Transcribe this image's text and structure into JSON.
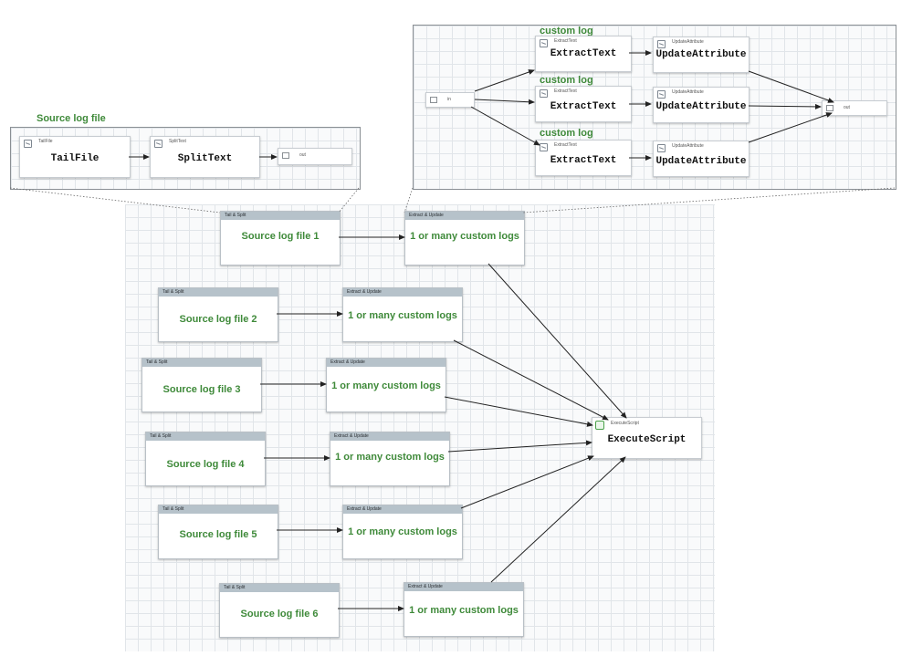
{
  "top_left_panel": {
    "title": "Source log file",
    "tailfile": {
      "type": "TailFile",
      "name": "TailFile"
    },
    "splittext": {
      "type": "SplitText",
      "name": "SplitText"
    },
    "out_port": {
      "label": "out"
    }
  },
  "top_right_panel": {
    "in_port": {
      "label": "in"
    },
    "out_port": {
      "label": "out"
    },
    "rows": [
      {
        "title": "custom log",
        "extract_type": "ExtractText",
        "extract_name": "ExtractText",
        "update_type": "UpdateAttribute",
        "update_name": "UpdateAttribute"
      },
      {
        "title": "custom log",
        "extract_type": "ExtractText",
        "extract_name": "ExtractText",
        "update_type": "UpdateAttribute",
        "update_name": "UpdateAttribute"
      },
      {
        "title": "custom log",
        "extract_type": "ExtractText",
        "extract_name": "ExtractText",
        "update_type": "UpdateAttribute",
        "update_name": "UpdateAttribute"
      }
    ]
  },
  "main": {
    "rows": [
      {
        "tail_title": "Tail & Split",
        "tail_name": "Source log file 1",
        "extract_title": "Extract & Update",
        "extract_name": "1 or many custom logs"
      },
      {
        "tail_title": "Tail & Split",
        "tail_name": "Source log file 2",
        "extract_title": "Extract & Update",
        "extract_name": "1 or many custom logs"
      },
      {
        "tail_title": "Tail & Split",
        "tail_name": "Source log file 3",
        "extract_title": "Extract & Update",
        "extract_name": "1 or many custom logs"
      },
      {
        "tail_title": "Tail & Split",
        "tail_name": "Source log file 4",
        "extract_title": "Extract & Update",
        "extract_name": "1 or many custom logs"
      },
      {
        "tail_title": "Tail & Split",
        "tail_name": "Source log file 5",
        "extract_title": "Extract & Update",
        "extract_name": "1 or many custom logs"
      },
      {
        "tail_title": "Tail & Split",
        "tail_name": "Source log file 6",
        "extract_title": "Extract & Update",
        "extract_name": "1 or many custom logs"
      }
    ],
    "execute_script": {
      "type": "ExecuteScript",
      "name": "ExecuteScript"
    }
  },
  "colors": {
    "green_text": "#3f8a3a",
    "group_header": "#b6c2ca",
    "connector": "#222222"
  }
}
